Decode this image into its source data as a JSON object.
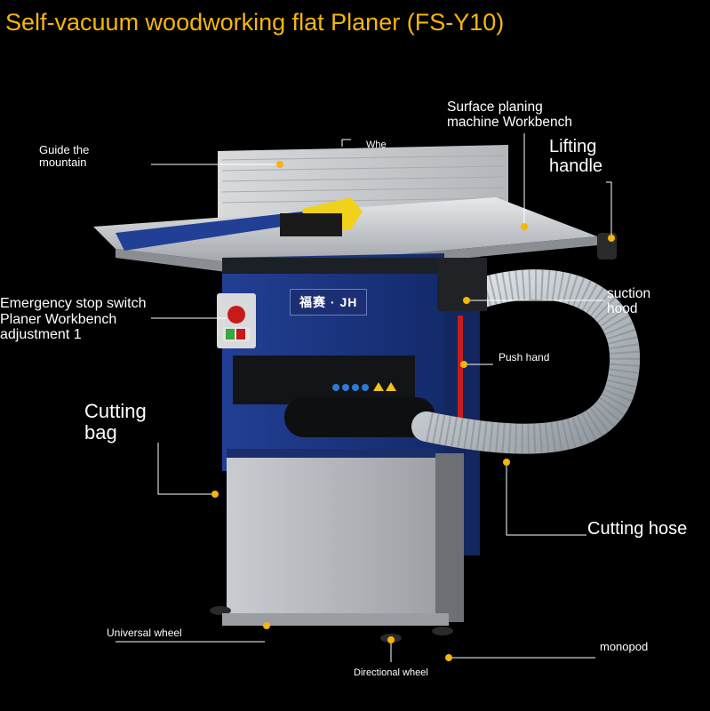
{
  "title": "Self-vacuum woodworking flat Planer (FS-Y10)",
  "labels": {
    "guide_mountain_l1": "Guide the",
    "guide_mountain_l2": "mountain",
    "whe": "Whe",
    "surface_l1": "Surface planing",
    "surface_l2": "machine Workbench",
    "lifting_l1": "Lifting",
    "lifting_l2": "handle",
    "emergency_l1": "Emergency stop switch",
    "emergency_l2": "Planer Workbench",
    "emergency_l3": "adjustment 1",
    "suction_l1": "suction",
    "suction_l2": "hood",
    "push_hand": "Push hand",
    "cutting_bag_l1": "Cutting",
    "cutting_bag_l2": "bag",
    "cutting_hose": "Cutting hose",
    "universal_wheel": "Universal wheel",
    "monopod": "monopod",
    "directional_wheel": "Directional wheel"
  },
  "brand_mark": "福赛 · JH",
  "colors": {
    "background": "#000000",
    "title": "#f5b60a",
    "marker": "#f5b60a",
    "body_blue": "#1f3b8c",
    "cabinet_grey": "#bfc3c8",
    "table_silver": "#d6d8da"
  }
}
